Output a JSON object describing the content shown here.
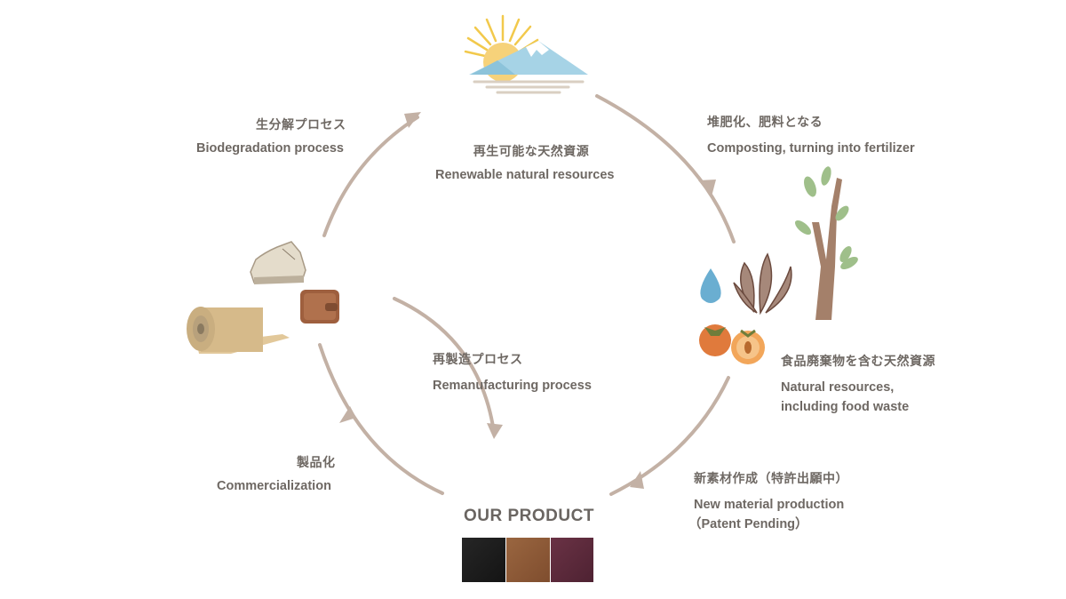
{
  "center": {
    "ja": "再生可能な天然資源",
    "en": "Renewable natural resources"
  },
  "biodegradation": {
    "ja": "生分解プロセス",
    "en": "Biodegradation process"
  },
  "composting": {
    "ja": "堆肥化、肥料となる",
    "en": "Composting, turning into fertilizer"
  },
  "food_waste": {
    "ja": "食品廃棄物を含む天然資源",
    "en_line1": "Natural resources,",
    "en_line2": "including food waste"
  },
  "new_material": {
    "ja": "新素材作成（特許出願中）",
    "en_line1": "New material production",
    "en_line2": "（Patent Pending）"
  },
  "remanufacturing": {
    "ja": "再製造プロセス",
    "en": "Remanufacturing process"
  },
  "commercialization": {
    "ja": "製品化",
    "en": "Commercialization"
  },
  "product": {
    "title": "OUR PRODUCT"
  },
  "colors": {
    "arrow": "#c3b1a5",
    "text": "#6e6863",
    "swatch_black": "#1c1c1c",
    "swatch_brown": "#8e5a36",
    "swatch_purple": "#5c2a3b"
  }
}
